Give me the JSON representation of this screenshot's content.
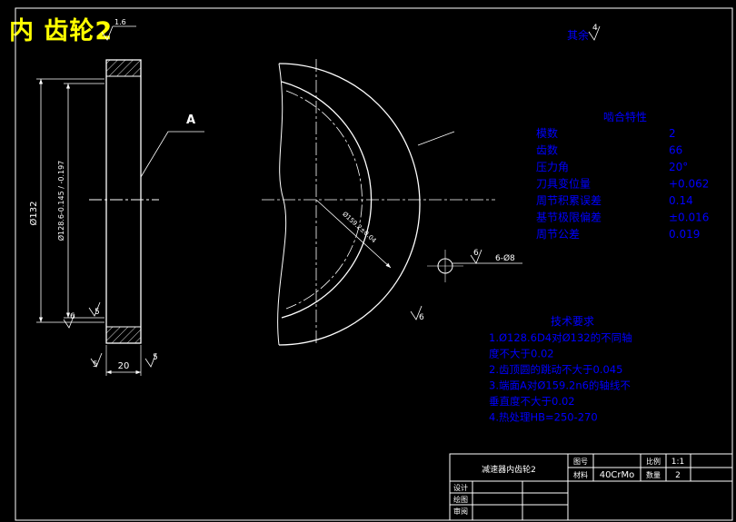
{
  "title": "内 齿轮2",
  "roughness_rest_label": "其余",
  "roughness_rest_value": "4",
  "section_label": "A",
  "left_view": {
    "dim_d132": "Ø132",
    "dim_d128": "Ø128.6-0.145 / -0.197",
    "dim_width": "20",
    "roughness_top": "1.6",
    "roughness_right": "6",
    "roughness_left": "5",
    "roughness_bottom_left": "5",
    "roughness_bottom_right": "5"
  },
  "front_view": {
    "dim_bore": "Ø159.2±0.04",
    "roughness_hole": "6",
    "roughness_bottom": "6",
    "hole_callout": "6-Ø8"
  },
  "mesh_table": {
    "title": "啮合特性",
    "rows": [
      {
        "label": "模数",
        "value": "2"
      },
      {
        "label": "齿数",
        "value": "66"
      },
      {
        "label": "压力角",
        "value": "20°"
      },
      {
        "label": "刀具变位量",
        "value": "+0.062"
      },
      {
        "label": "周节积累误差",
        "value": "0.14"
      },
      {
        "label": "基节极限偏差",
        "value": "±0.016"
      },
      {
        "label": "周节公差",
        "value": "0.019"
      }
    ]
  },
  "tech_requirements": {
    "title": "技术要求",
    "lines": [
      "1.Ø128.6D4对Ø132的不同轴",
      "度不大于0.02",
      "2.齿顶圆的跳动不大于0.045",
      "3.端面A对Ø159.2n6的轴线不",
      "垂直度不大于0.02",
      "4.热处理HB=250-270"
    ]
  },
  "title_block": {
    "part_name": "减速器内齿轮2",
    "drawing_no_label": "图号",
    "material_label": "材料",
    "material_value": "40CrMo",
    "scale_label": "比例",
    "scale_value": "1:1",
    "qty_label": "数量",
    "qty_value": "2",
    "designed_label": "设计",
    "drawn_label": "绘图",
    "checked_label": "审阅"
  },
  "colors": {
    "background": "#000000",
    "line": "#ffffff",
    "text": "#0000ff",
    "title": "#ffff00"
  }
}
